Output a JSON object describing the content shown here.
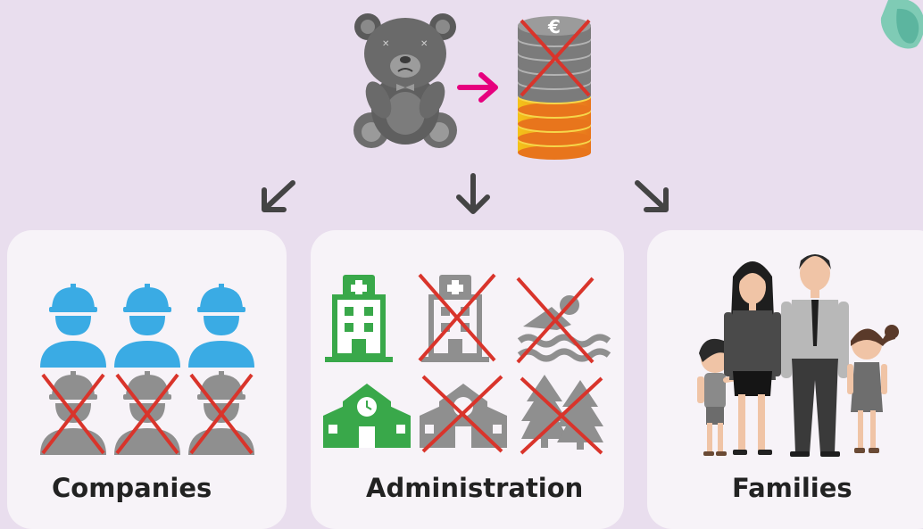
{
  "currency_symbol": "€",
  "colors": {
    "background": "#e9deee",
    "panel": "#f7f3f8",
    "active_arrow": "#e6007e",
    "cross": "#d9342b",
    "worker_blue": "#3aabe4",
    "building_green": "#39a84a",
    "inactive_gray": "#8f8f8f"
  },
  "top": {
    "bear_icon": "sad-teddy-bear-icon",
    "arrow_icon": "pink-arrow-right-icon",
    "coins_icon": "euro-coin-stack-icon"
  },
  "panels": {
    "companies": {
      "label": "Companies",
      "active_workers": 3,
      "crossed_workers": 3
    },
    "administration": {
      "label": "Administration",
      "icons": [
        {
          "name": "hospital-icon",
          "crossed": false
        },
        {
          "name": "hospital-icon",
          "crossed": true
        },
        {
          "name": "swimming-icon",
          "crossed": true
        },
        {
          "name": "school-icon",
          "crossed": false
        },
        {
          "name": "school-icon",
          "crossed": true
        },
        {
          "name": "forest-icon",
          "crossed": true
        }
      ]
    },
    "families": {
      "label": "Families"
    }
  }
}
